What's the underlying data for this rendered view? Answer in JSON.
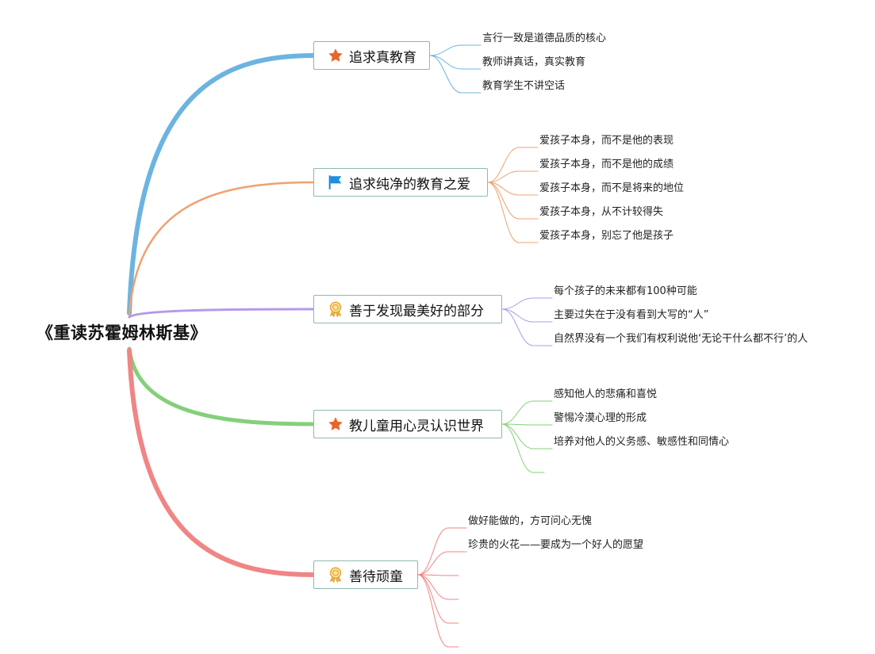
{
  "root": {
    "title": "《重读苏霍姆林斯基》"
  },
  "branches": [
    {
      "title": "追求真教育",
      "icon": "star-icon",
      "color": "#6cb4e0",
      "leaves": [
        "言行一致是道德品质的核心",
        "教师讲真话，真实教育",
        "教育学生不讲空话"
      ]
    },
    {
      "title": "追求纯净的教育之爱",
      "icon": "flag-icon",
      "color": "#f0a070",
      "leaves": [
        "爱孩子本身，而不是他的表现",
        "爱孩子本身，而不是他的成绩",
        "爱孩子本身，而不是将来的地位",
        "爱孩子本身，从不计较得失",
        "爱孩子本身，别忘了他是孩子"
      ]
    },
    {
      "title": "善于发现最美好的部分",
      "icon": "award-ribbon-icon",
      "color": "#b59ae8",
      "leaves": [
        "每个孩子的未来都有100种可能",
        "主要过失在于没有看到大写的“人”",
        "自然界没有一个我们有权利说他‘无论干什么都不行’的人"
      ]
    },
    {
      "title": "教儿童用心灵认识世界",
      "icon": "star-icon",
      "color": "#84d07a",
      "leaves": [
        "感知他人的悲痛和喜悦",
        "警惕冷漠心理的形成",
        "培养对他人的义务感、敏感性和同情心",
        ""
      ]
    },
    {
      "title": "善待顽童",
      "icon": "award-ribbon-icon",
      "color": "#f08585",
      "leaves": [
        "做好能做的，方可问心无愧",
        "珍贵的火花——要成为一个好人的愿望",
        "",
        "",
        "",
        ""
      ]
    }
  ]
}
